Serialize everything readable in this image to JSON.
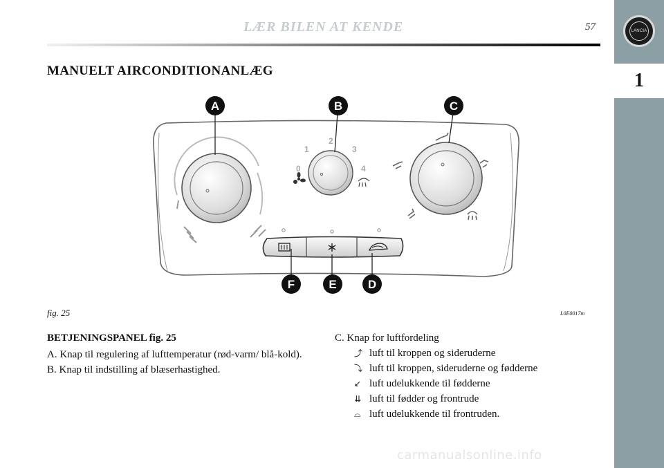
{
  "header": {
    "title": "LÆR BILEN AT KENDE",
    "page_number": "57"
  },
  "sidebar": {
    "chapter": "1",
    "logo_text": "LANCIA"
  },
  "section_title": "MANUELT AIRCONDITIONANLÆG",
  "figure": {
    "callouts": [
      "A",
      "B",
      "C",
      "D",
      "E",
      "F"
    ],
    "fan_scale": [
      "0",
      "1",
      "2",
      "3",
      "4"
    ],
    "button_icons": [
      "rear-defrost-icon",
      "ac-snowflake-icon",
      "recirculation-icon"
    ],
    "caption": "fig. 25",
    "code": "L0E0017m"
  },
  "left_col": {
    "heading": "BETJENINGSPANEL fig. 25",
    "items": [
      "A. Knap til regulering af lufttemperatur (rød-varm/ blå-kold).",
      "B. Knap til indstilling af blæserhastighed."
    ]
  },
  "right_col": {
    "intro": "C. Knap for luftfordeling",
    "items": [
      {
        "icon": "body-vent-icon",
        "text": "luft til kroppen og sideruderne"
      },
      {
        "icon": "body-feet-vent-icon",
        "text": "luft til kroppen, sideruderne og fødderne"
      },
      {
        "icon": "feet-vent-icon",
        "text": "luft udelukkende til fødderne"
      },
      {
        "icon": "feet-windscreen-vent-icon",
        "text": "luft til fødder og frontrude"
      },
      {
        "icon": "windscreen-defrost-icon",
        "text": "luft udelukkende til frontruden."
      }
    ]
  },
  "watermark": "carmanualsonline.info"
}
